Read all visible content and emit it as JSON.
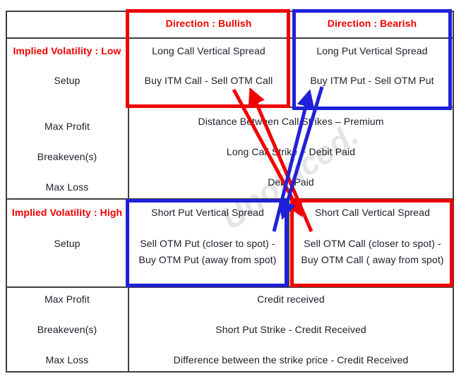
{
  "colors": {
    "red": "#f00000",
    "blue": "#2020d8",
    "grid_line": "#3f3f3f",
    "text": "#1c1c28",
    "watermark": "#d8d8d8"
  },
  "header": {
    "bullish": "Direction : Bullish",
    "bearish": "Direction : Bearish"
  },
  "iv_low": {
    "label": "Implied Volatility : Low",
    "setup_label": "Setup",
    "bullish": {
      "title": "Long Call Vertical Spread",
      "setup": "Buy ITM Call - Sell OTM Call"
    },
    "bearish": {
      "title": "Long Put Vertical Spread",
      "setup": "Buy ITM Put - Sell OTM Put"
    },
    "rows": [
      {
        "label": "Max Profit",
        "value": "Distance Between Call Strikes – Premium"
      },
      {
        "label": "Breakeven(s)",
        "value": "Long Call Strike + Debit Paid"
      },
      {
        "label": "Max Loss",
        "value": "Debit Paid"
      }
    ]
  },
  "iv_high": {
    "label": "Implied Volatility : High",
    "setup_label": "Setup",
    "bullish": {
      "title": "Short Put Vertical Spread",
      "setup_line1": "Sell OTM Put (closer to spot) -",
      "setup_line2": "Buy OTM Put (away from spot)"
    },
    "bearish": {
      "title": "Short Call Vertical Spread",
      "setup_line1": "Sell OTM Call (closer to spot) -",
      "setup_line2": "Buy OTM Call ( away from spot)"
    },
    "rows": [
      {
        "label": "Max Profit",
        "value": "Credit received"
      },
      {
        "label": "Breakeven(s)",
        "value": "Short Put Strike - Credit Received"
      },
      {
        "label": "Max Loss",
        "value": "Difference between the strike price - Credit Received"
      }
    ]
  },
  "watermark": "Unofficed."
}
